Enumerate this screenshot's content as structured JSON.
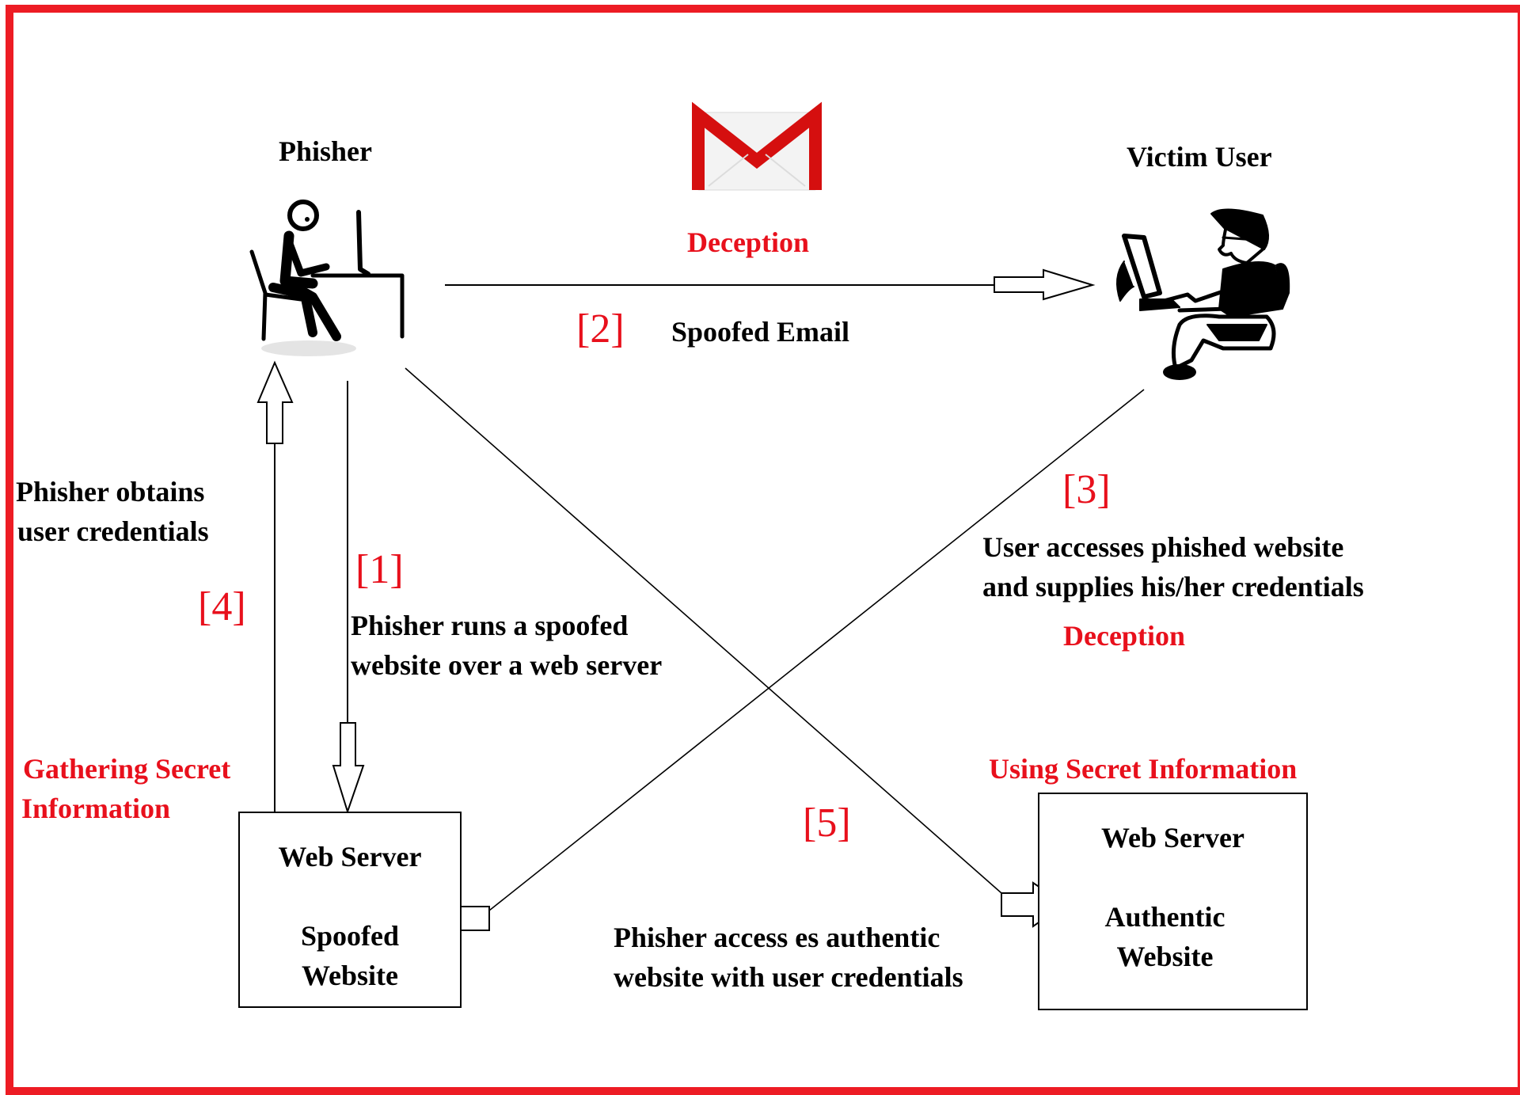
{
  "colors": {
    "border": "#ED1C24",
    "accent_text": "#E8101C",
    "text": "#000000",
    "gmail_red": "#D50F0F"
  },
  "actors": {
    "phisher": {
      "label": "Phisher",
      "icon": "person-at-desk-icon"
    },
    "victim": {
      "label": "Victim User",
      "icon": "person-at-computer-icon"
    }
  },
  "email": {
    "icon": "gmail-envelope-icon",
    "deception_label": "Deception"
  },
  "steps": [
    {
      "number": "[1]",
      "description": "Phisher runs a spoofed website over a web server"
    },
    {
      "number": "[2]",
      "description": "Spoofed Email"
    },
    {
      "number": "[3]",
      "description": "User accesses phished website and supplies his/her credentials",
      "tag": "Deception"
    },
    {
      "number": "[4]",
      "description": "Phisher obtains user credentials"
    },
    {
      "number": "[5]",
      "description": "Phisher accesses authentic website with user credentials"
    }
  ],
  "text_lines": {
    "step1": [
      "Phisher runs a spoofed",
      "website over a web server"
    ],
    "step3": [
      "User accesses phished website",
      "and supplies his/her credentials"
    ],
    "step4": [
      "Phisher obtains",
      "user  credentials"
    ],
    "step5": [
      "Phisher access es  authentic",
      "website with user credentials"
    ]
  },
  "phases": {
    "gathering": [
      "Gathering Secret",
      "Information"
    ],
    "using": "Using Secret Information"
  },
  "servers": {
    "spoofed": {
      "title": "Web Server",
      "subtitle_lines": [
        "Spoofed",
        "Website"
      ]
    },
    "authentic": {
      "title": "Web Server",
      "subtitle_lines": [
        "Authentic",
        "Website"
      ]
    }
  }
}
